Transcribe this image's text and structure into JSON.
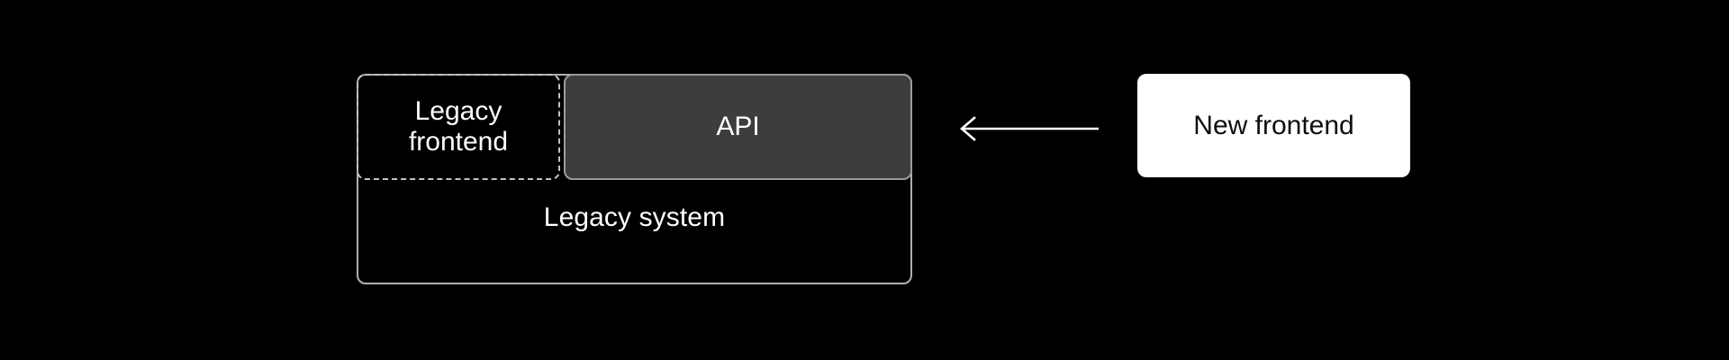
{
  "diagram": {
    "background_color": "#000000",
    "legacy_system": {
      "label": "Legacy system",
      "border_color": "#b0b0b0",
      "fill_color": "transparent",
      "text_color": "#ffffff"
    },
    "legacy_frontend": {
      "label": "Legacy\nfrontend",
      "border_color": "#c2c2c2",
      "border_style": "dashed",
      "fill_color": "transparent",
      "text_color": "#ffffff"
    },
    "api": {
      "label": "API",
      "border_color": "#9c9c9c",
      "fill_color": "#3d3d3d",
      "text_color": "#ffffff"
    },
    "new_frontend": {
      "label": "New frontend",
      "fill_color": "#ffffff",
      "text_color": "#0d0d0d"
    },
    "connector": {
      "name": "arrow-left",
      "direction": "left",
      "from": "New frontend",
      "to": "API",
      "color": "#ffffff"
    }
  }
}
